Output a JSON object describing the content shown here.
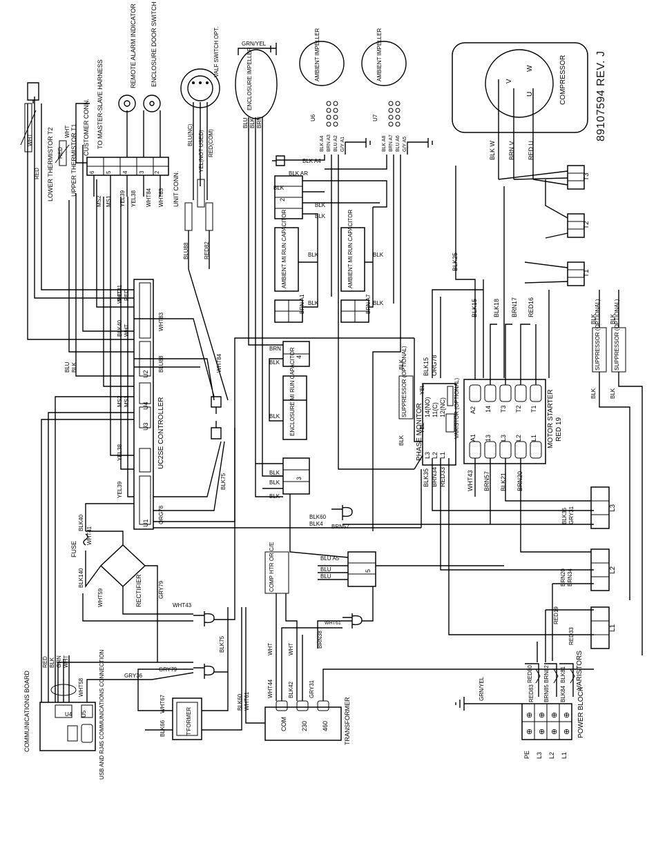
{
  "document": {
    "part_number": "89107594 REV. J"
  },
  "components": {
    "compressor": "COMPRESSOR",
    "motor_starter": "MOTOR STARTER",
    "motor_starter_ref": "RED 19",
    "phase_monitor": "PHASE MONITOR",
    "controller": "UC2SE CONTROLLER",
    "transformer": "TRANSFORMER",
    "tformer": "T'FORMER",
    "rectifier": "RECTIFIER",
    "fuse": "FUSE",
    "varistors": "VARISTORS",
    "power_block": "POWER BLOCK",
    "comm_board": "COMMUNICATIONS BOARD",
    "usb_connection": "USB AND RJ45 COMMUNICATIONS CONNECTION",
    "comp_htr": "COMP HTR OR C/E",
    "unit_conn": "UNIT CONN.",
    "customer_conn": "CUSTOMER CONN.",
    "master_slave": "TO MASTER-SLAVE HARNESS",
    "remote_alarm": "REMOTE ALARM INDICATOR",
    "enclosure_door": "ENCLOSURE DOOR SWITCH",
    "valf_switch": "VALF SWITCH OPT.",
    "enclosure_impeller": "ENCLOSURE IMPELLER",
    "ambient_impeller": "AMBIENT IMPELLER",
    "ambient_run_cap": "AMBIENT MI RUN CAPACITOR",
    "enclosure_run_cap": "ENCLOSURE MI RUN CAPACITOR",
    "lower_thermistor": "LOWER THERMISTOR T2",
    "upper_thermistor": "UPPER THERMISTOR T1",
    "suppressor": "SUPPRESSOR (OPTIONAL)",
    "varistor_opt": "VARISTOR (OPTIONAL)"
  },
  "terminals": {
    "compressor_pins": [
      "V",
      "W",
      "U"
    ],
    "compressor_leads": [
      "BLK W",
      "BRN V",
      "RED U"
    ],
    "starter_top": [
      "A2",
      "14",
      "T3",
      "T2",
      "T1"
    ],
    "starter_bottom": [
      "A1",
      "13",
      "L3",
      "L2",
      "L1"
    ],
    "phase_monitor_pins": [
      "14(NO)",
      "11(C)",
      "12(NC)"
    ],
    "phase_lines": [
      "L3",
      "L2",
      "L1"
    ],
    "xfmr_taps": [
      "COM",
      "230",
      "460"
    ],
    "power_block_rows": [
      "PE",
      "L3",
      "L2",
      "L1"
    ],
    "u6_pins": [
      "BLK A4",
      "BRN A3",
      "BLU A2",
      "G/Y A1"
    ],
    "u7_pins": [
      "BLK A8",
      "BRN A7",
      "BLU A6",
      "G/Y A5"
    ],
    "u6": "U6",
    "u7": "U7",
    "u1": "U1",
    "u2": "U2",
    "u3": "U3",
    "u4": "U4",
    "u5": "U5",
    "t_blocks": [
      "T3",
      "T2",
      "T1"
    ],
    "l_blocks": [
      "L3",
      "L2",
      "L1"
    ],
    "cap_blocks": [
      "2",
      "4",
      "3",
      "5"
    ]
  },
  "wire_labels": {
    "grn_yel": "GRN/YEL",
    "blk_ar": "BLK AR",
    "blk_a4": "BLK A4",
    "brn_a1": "BRN A1",
    "brn_a7": "BRN A7",
    "blk": "BLK",
    "brn": "BRN",
    "blu": "BLU",
    "wht": "WHT",
    "red": "RED",
    "grn": "GRN",
    "yel": "YEL",
    "blk25": "BLK25",
    "blk15": "BLK15",
    "blk18": "BLK18",
    "brn17": "BRN17",
    "red16": "RED16",
    "org78": "ORG78",
    "blk35": "BLK35",
    "brn34": "BRN34",
    "red33": "RED33",
    "wht43": "WHT43",
    "brn57": "BRN57",
    "blk21": "BLK21",
    "brn20": "BRN20",
    "blk36": "BLK36",
    "gry31": "GRY31",
    "red19": "RED19",
    "red33b": "RED33",
    "blk60": "BLK60",
    "blk4": "BLK4",
    "blu_a5": "BLU A5",
    "wht84": "WHT84",
    "wht83": "WHT83",
    "yel39": "YEL39",
    "yel38": "YEL38",
    "ms1": "MS1",
    "ms2": "MS2",
    "blu88": "BLU88",
    "red82": "RED82",
    "wht41": "WHT41",
    "blk40": "BLK40",
    "blk140": "BLK140",
    "wht59": "WHT59",
    "gry79": "GRY79",
    "wht43b": "WHT43",
    "wht61": "WHT61",
    "brn38": "BRN38",
    "blk75": "BLK75",
    "gry79b": "GRY79",
    "gry36": "GRY36",
    "wht58": "WHT58",
    "wht67": "WHT67",
    "blk66": "BLK66",
    "blk60b": "BLK60",
    "wht61b": "WHT61",
    "wht44": "WHT44",
    "blk42": "BLK42",
    "red83": "RED83",
    "brn85": "BRN85",
    "blk84": "BLK84",
    "red80": "RED80",
    "brn82": "BRN82",
    "blk81": "BLK81",
    "blu_nc": "BLU(NC)",
    "yel_not_used": "YEL(NOT USED)",
    "red_com": "RED(COM)",
    "org78b": "ORG78"
  }
}
